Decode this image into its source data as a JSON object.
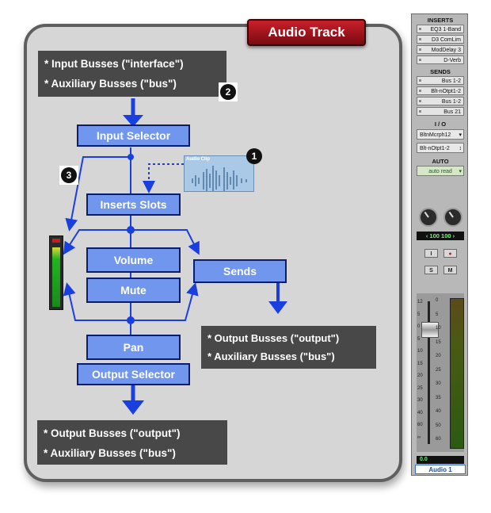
{
  "title": "Audio Track",
  "input_note": {
    "line1": "* Input Busses (\"interface\")",
    "line2": "* Auxiliary Busses (\"bus\")"
  },
  "sends_note": {
    "line1": "* Output Busses (\"output\")",
    "line2": "* Auxiliary Busses (\"bus\")"
  },
  "output_note": {
    "line1": "* Output Busses (\"output\")",
    "line2": "* Auxiliary Busses (\"bus\")"
  },
  "blocks": {
    "input_selector": "Input Selector",
    "inserts_slots": "Inserts Slots",
    "volume": "Volume",
    "mute": "Mute",
    "sends": "Sends",
    "pan": "Pan",
    "output_selector": "Output Selector"
  },
  "markers": {
    "one": "1",
    "two": "2",
    "three": "3"
  },
  "clip": {
    "name": "Audio Clip"
  },
  "colors": {
    "block_fill": "#7096ee",
    "arrow": "#1a3fe0",
    "badge": "#b0161f"
  },
  "mixer": {
    "inserts_header": "INSERTS",
    "inserts": [
      "EQ3 1-Band",
      "D3 ComLim",
      "ModDelay 3",
      "D-Verb"
    ],
    "sends_header": "SENDS",
    "sends": [
      "Bus 1-2",
      "Blt-nOtpt1-2",
      "Bus 1-2",
      "Bus 21"
    ],
    "io_header": "I / O",
    "input": "BltnMcrph12",
    "output": "Blt-nOtpt1-2",
    "auto_header": "AUTO",
    "auto_mode": "auto read",
    "pan_left": "‹ 100",
    "pan_right": "100 ›",
    "button_i": "I",
    "button_s": "S",
    "button_m": "M",
    "fader_scale": [
      "12",
      "5",
      "0",
      "5",
      "10",
      "15",
      "20",
      "25",
      "30",
      "40",
      "60",
      "∞"
    ],
    "meter_scale": [
      "0",
      "5",
      "10",
      "15",
      "20",
      "25",
      "30",
      "35",
      "40",
      "50",
      "60"
    ],
    "volume": "0.0",
    "track_name": "Audio 1"
  }
}
